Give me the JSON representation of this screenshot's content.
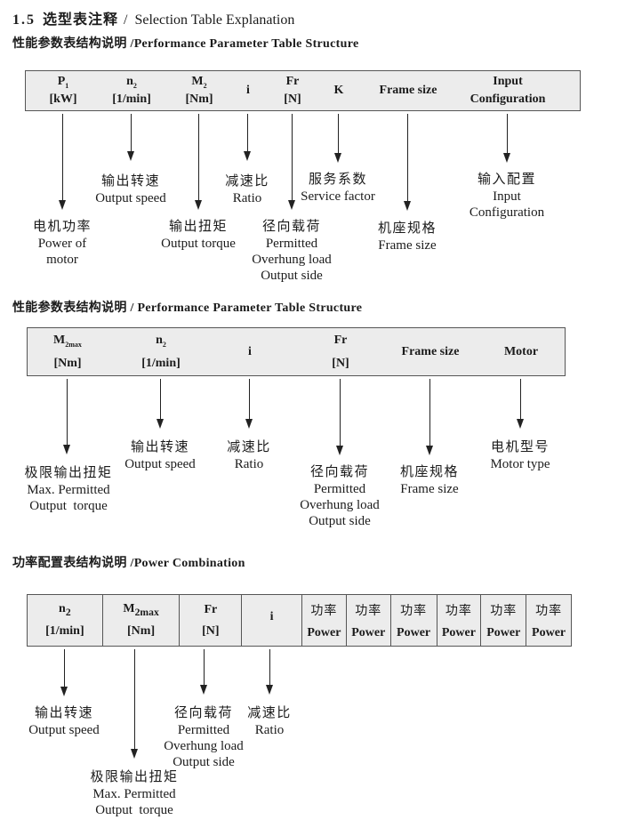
{
  "title": {
    "number": "1.5",
    "zh": "选型表注释",
    "sep": "/",
    "en": "Selection Table Explanation"
  },
  "colors": {
    "table_bg": "#ececec",
    "table_border": "#555555",
    "text": "#1b1b1b",
    "page_bg": "#ffffff"
  },
  "section1": {
    "heading": "性能参数表结构说明 /Performance Parameter Table Structure",
    "table": [
      {
        "main": "P",
        "sub": "1",
        "unit": "[kW]"
      },
      {
        "main": "n",
        "sub": "2",
        "unit": "[1/min]"
      },
      {
        "main": "M",
        "sub": "2",
        "unit": "[Nm]"
      },
      {
        "main": "i",
        "sub": "",
        "unit": ""
      },
      {
        "main": "Fr",
        "sub": "",
        "unit": "[N]"
      },
      {
        "main": "K",
        "sub": "",
        "unit": ""
      },
      {
        "main": "Frame size",
        "sub": "",
        "unit": ""
      },
      {
        "main": "Input",
        "sub": "",
        "unit": "Configuration"
      }
    ],
    "labels": [
      {
        "zh": "电机功率",
        "en": "Power of\nmotor"
      },
      {
        "zh": "输出转速",
        "en": "Output speed"
      },
      {
        "zh": "输出扭矩",
        "en": "Output torque"
      },
      {
        "zh": "减速比",
        "en": "Ratio"
      },
      {
        "zh": "径向载荷",
        "en": "Permitted\nOverhung load\nOutput side"
      },
      {
        "zh": "服务系数",
        "en": "Service factor"
      },
      {
        "zh": "机座规格",
        "en": "Frame size"
      },
      {
        "zh": "输入配置",
        "en": "Input\nConfiguration"
      }
    ]
  },
  "section2": {
    "heading": "性能参数表结构说明 / Performance Parameter Table Structure",
    "table": [
      {
        "main": "M",
        "sub": "2max",
        "unit": "[Nm]"
      },
      {
        "main": "n",
        "sub": "2",
        "unit": "[1/min]"
      },
      {
        "main": "i",
        "sub": "",
        "unit": ""
      },
      {
        "main": "Fr",
        "sub": "",
        "unit": "[N]"
      },
      {
        "main": "Frame size",
        "sub": "",
        "unit": ""
      },
      {
        "main": "Motor",
        "sub": "",
        "unit": ""
      }
    ],
    "labels": [
      {
        "zh": "极限输出扭矩",
        "en": "Max. Permitted\nOutput  torque"
      },
      {
        "zh": "输出转速",
        "en": "Output speed"
      },
      {
        "zh": "减速比",
        "en": "Ratio"
      },
      {
        "zh": "径向载荷",
        "en": "Permitted\nOverhung load\nOutput side"
      },
      {
        "zh": "机座规格",
        "en": "Frame size"
      },
      {
        "zh": "电机型号",
        "en": "Motor type"
      }
    ]
  },
  "section3": {
    "heading": "功率配置表结构说明 /Power Combination",
    "table": [
      {
        "main": "n",
        "sub": "2",
        "unit": "[1/min]"
      },
      {
        "main": "M",
        "sub": "2max",
        "unit": "[Nm]"
      },
      {
        "main": "Fr",
        "sub": "",
        "unit": "[N]"
      },
      {
        "main": "i",
        "sub": "",
        "unit": ""
      },
      {
        "main": "功率",
        "sub": "",
        "unit": "Power"
      },
      {
        "main": "功率",
        "sub": "",
        "unit": "Power"
      },
      {
        "main": "功率",
        "sub": "",
        "unit": "Power"
      },
      {
        "main": "功率",
        "sub": "",
        "unit": "Power"
      },
      {
        "main": "功率",
        "sub": "",
        "unit": "Power"
      },
      {
        "main": "功率",
        "sub": "",
        "unit": "Power"
      }
    ],
    "labels": [
      {
        "zh": "输出转速",
        "en": "Output speed"
      },
      {
        "zh": "极限输出扭矩",
        "en": "Max. Permitted\nOutput  torque"
      },
      {
        "zh": "径向载荷",
        "en": "Permitted\nOverhung load\nOutput side"
      },
      {
        "zh": "减速比",
        "en": "Ratio"
      }
    ]
  }
}
